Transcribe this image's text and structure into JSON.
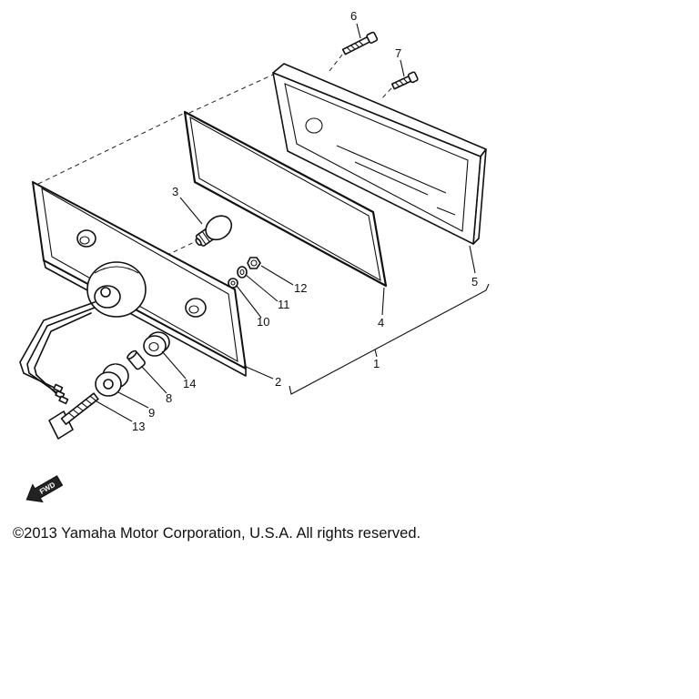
{
  "diagram": {
    "callouts": [
      "1",
      "2",
      "3",
      "4",
      "5",
      "6",
      "7",
      "8",
      "9",
      "10",
      "11",
      "12",
      "13",
      "14"
    ],
    "fwd_label": "FWD"
  },
  "footer": {
    "copyright": "©2013 Yamaha Motor Corporation, U.S.A. All rights reserved."
  },
  "colors": {
    "line": "#111111",
    "background": "#ffffff"
  }
}
